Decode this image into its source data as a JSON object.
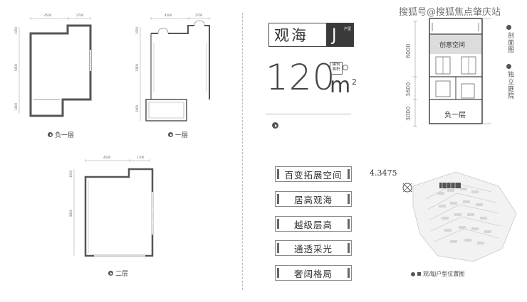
{
  "watermark": "搜狐号@搜狐焦点肇庆站",
  "plans": {
    "basement": {
      "caption": "负一层",
      "dim_top_1": "4500",
      "dim_top_2": "2700",
      "dim_side_1": "1050",
      "dim_side_2": "5800",
      "dim_side_3": "1800"
    },
    "first": {
      "caption": "一层",
      "dim_top_1": "4500",
      "dim_top_2": "2700",
      "dim_side_1": "1050",
      "dim_side_2": "5800",
      "dim_side_3": "1800"
    },
    "second": {
      "caption": "二层",
      "dim_top_1": "4500",
      "dim_top_2": "2700",
      "dim_side_1": "1050",
      "dim_side_2": "5800"
    }
  },
  "title": {
    "name": "观海",
    "letter": "J",
    "suffix": "户型"
  },
  "area": {
    "value": "120",
    "unit": "m",
    "sup": "2",
    "tag": "建筑面积"
  },
  "features": [
    "百变拓展空间",
    "居高观海",
    "越级层高",
    "通透采光",
    "奢阔格局"
  ],
  "section": {
    "label_1": "剖面图",
    "label_2": "独立庭院",
    "creative_space": "创意空间",
    "basement_label": "负一层",
    "dims": [
      "6000",
      "3600",
      "3000"
    ]
  },
  "site_map": {
    "coordinate": "4.3475",
    "caption": "观海J户型位置图"
  },
  "colors": {
    "wall": "#555555",
    "line": "#888888",
    "accent_gray": "#dcdcdc"
  }
}
